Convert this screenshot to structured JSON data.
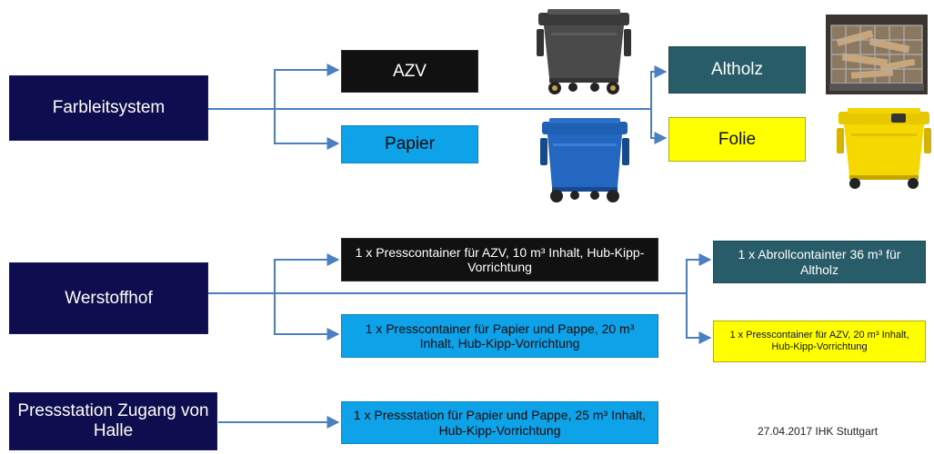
{
  "rows": [
    {
      "source": "Farbleitsystem",
      "left_targets": [
        "AZV",
        "Papier"
      ],
      "right_targets": [
        "Altholz",
        "Folie"
      ]
    },
    {
      "source": "Werstoffhof",
      "left_targets": [
        "1 x Presscontainer für AZV, 10 m³ Inhalt, Hub-Kipp-Vorrichtung",
        "1 x Presscontainer für Papier und Pappe, 20 m³ Inhalt, Hub-Kipp-Vorrichtung"
      ],
      "right_targets": [
        "1 x Abrollcontainter 36 m³ für Altholz",
        "1 x Presscontainer für AZV, 20 m³ Inhalt, Hub-Kipp-Vorrichtung"
      ]
    },
    {
      "source": "Pressstation Zugang von Halle",
      "left_targets": [
        "1 x Pressstation für Papier und Pappe, 25 m³ Inhalt, Hub-Kipp-Vorrichtung"
      ]
    }
  ],
  "images": [
    "grey-bin",
    "blue-bin",
    "wood-cage",
    "yellow-bin"
  ],
  "footer": "27.04.2017 IHK Stuttgart",
  "colors": {
    "navy": "#0d0d4f",
    "black": "#111111",
    "teal": "#275c68",
    "blue": "#0ea2e8",
    "yellow": "#ffff00",
    "arrow": "#4a7fc1"
  }
}
